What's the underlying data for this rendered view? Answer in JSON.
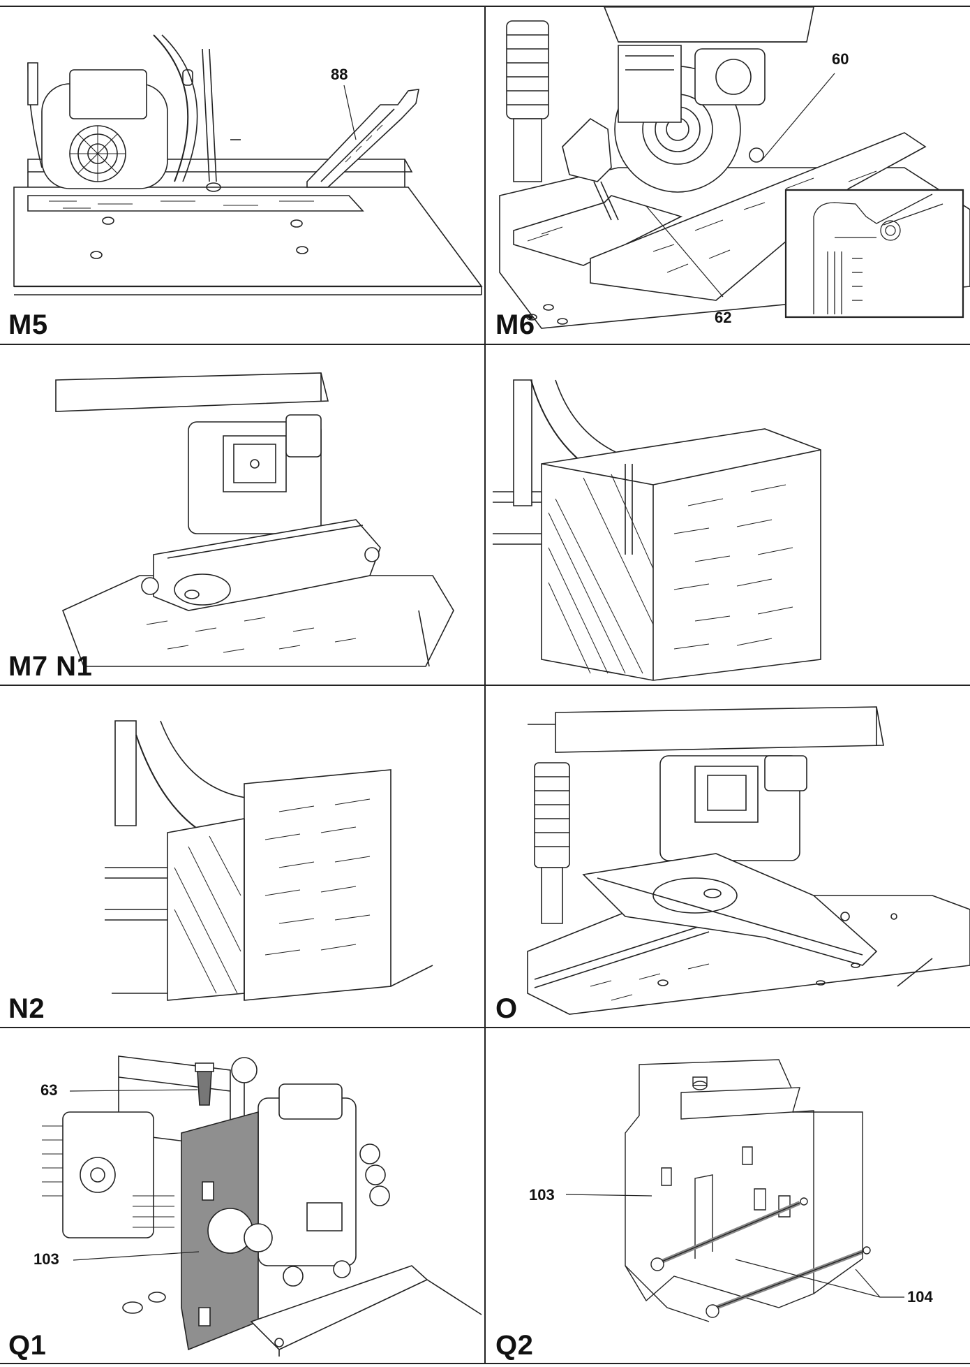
{
  "figures": [
    {
      "label": "M5",
      "callouts": [
        "88"
      ]
    },
    {
      "label": "M6",
      "callouts": [
        "60",
        "62"
      ]
    },
    {
      "label": "M7 N1",
      "callouts": []
    },
    {
      "label": "",
      "callouts": []
    },
    {
      "label": "N2",
      "callouts": []
    },
    {
      "label": "O",
      "callouts": []
    },
    {
      "label": "Q1",
      "callouts": [
        "63",
        "103"
      ]
    },
    {
      "label": "Q2",
      "callouts": [
        "103",
        "104"
      ]
    }
  ]
}
